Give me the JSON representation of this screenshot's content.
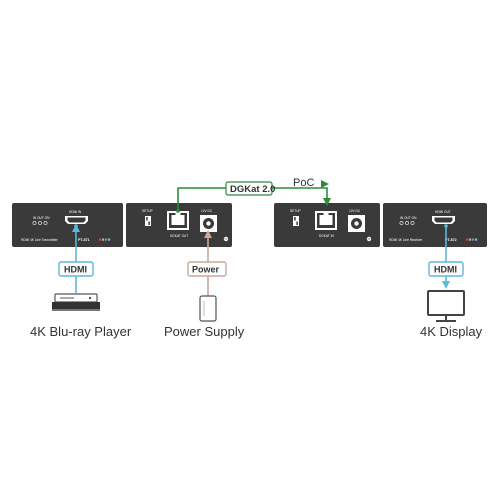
{
  "transmitter": {
    "status_label": "IN OUT ON",
    "port_label": "HDMI IN",
    "product_label": "HDMI 4K Line Transmitter",
    "model": "PT-871",
    "setup_label": "SETUP",
    "dgkat_label": "DGKAT OUT",
    "power_label": "12V DC"
  },
  "receiver": {
    "status_label": "IN OUT ON",
    "port_label": "HDMI OUT",
    "product_label": "HDMI 4K Line Receiver",
    "model": "PT-872",
    "setup_label": "SETUP",
    "dgkat_label": "DGKAT IN",
    "power_label": "12V DC"
  },
  "tags": {
    "hdmi_left": "HDMI",
    "power": "Power",
    "hdmi_right": "HDMI"
  },
  "cable": {
    "label": "DGKat 2.0",
    "poc_label": "PoC"
  },
  "captions": {
    "source": "4K Blu-ray Player",
    "supply": "Power Supply",
    "display": "4K Display"
  },
  "colors": {
    "device": "#3a3a3a",
    "hdmi_link": "#5bb8d9",
    "power_link": "#c8a99c",
    "cable": "#2e8b3e"
  }
}
